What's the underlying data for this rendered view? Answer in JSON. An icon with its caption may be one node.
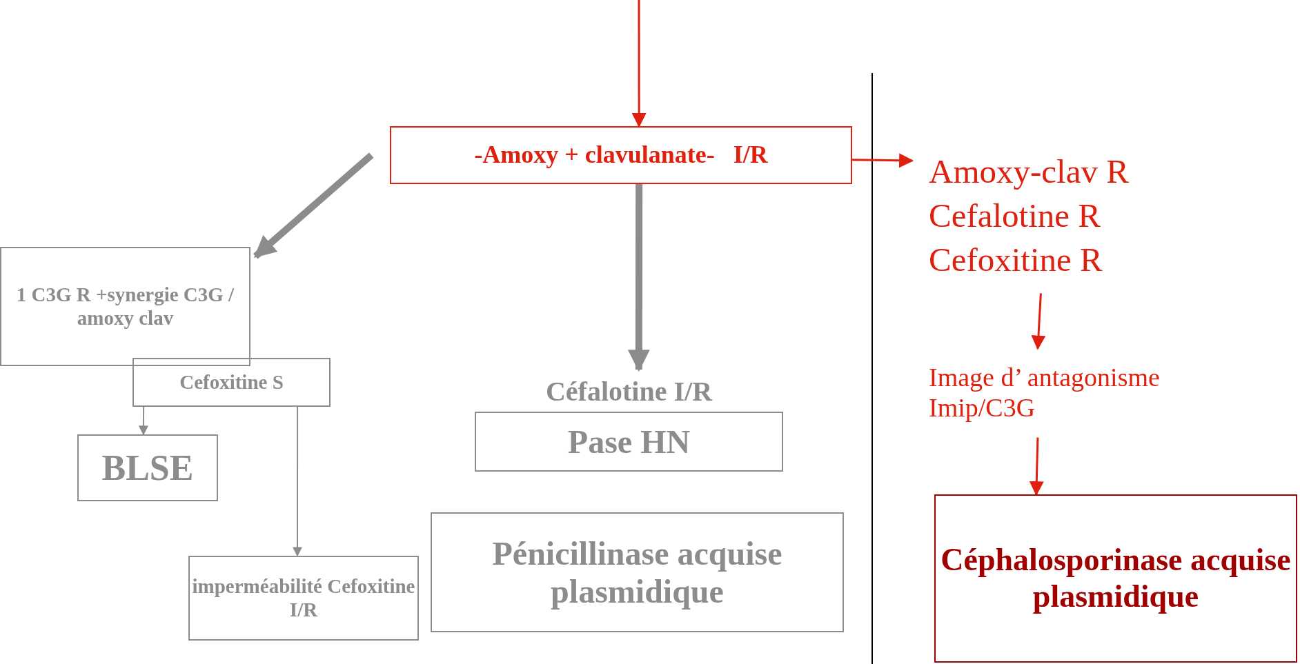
{
  "diagram": {
    "nodes": [
      {
        "text": [
          "-Amoxy + clavulanate-   I/R"
        ]
      },
      {
        "text": [
          "Amoxy-clav R",
          "Cefalotine R",
          "Cefoxitine R"
        ]
      },
      {
        "text": [
          "Image d’ antagonisme Imip/C3G"
        ]
      },
      {
        "text": [
          "Céphalosporinase acquise plasmidique"
        ]
      },
      {
        "text": [
          "1 C3G R +synergie C3G / amoxy clav"
        ]
      },
      {
        "text": [
          "Cefoxitine S"
        ]
      },
      {
        "text": [
          "BLSE"
        ]
      },
      {
        "text": [
          "imperméabilité Cefoxitine   I/R"
        ]
      },
      {
        "text": [
          "Céfalotine I/R",
          "Pase HN"
        ]
      },
      {
        "text": [
          "Pénicillinase acquise plasmidique"
        ]
      }
    ],
    "edges": [
      {
        "from": null,
        "to": 0,
        "arrow": "to"
      },
      {
        "from": 0,
        "to": 1,
        "arrow": "to"
      },
      {
        "from": 1,
        "to": 2,
        "arrow": "to"
      },
      {
        "from": 2,
        "to": 3,
        "arrow": "to"
      },
      {
        "from": 0,
        "to": 4,
        "arrow": "to",
        "style": "thick",
        "color": "#8c8c8c"
      },
      {
        "from": 0,
        "to": 8,
        "arrow": "to",
        "style": "thick",
        "color": "#8c8c8c"
      },
      {
        "from": 5,
        "to": 6,
        "arrow": "to",
        "color": "#8c8c8c"
      },
      {
        "from": 5,
        "to": 7,
        "arrow": "to",
        "color": "#8c8c8c"
      }
    ]
  }
}
